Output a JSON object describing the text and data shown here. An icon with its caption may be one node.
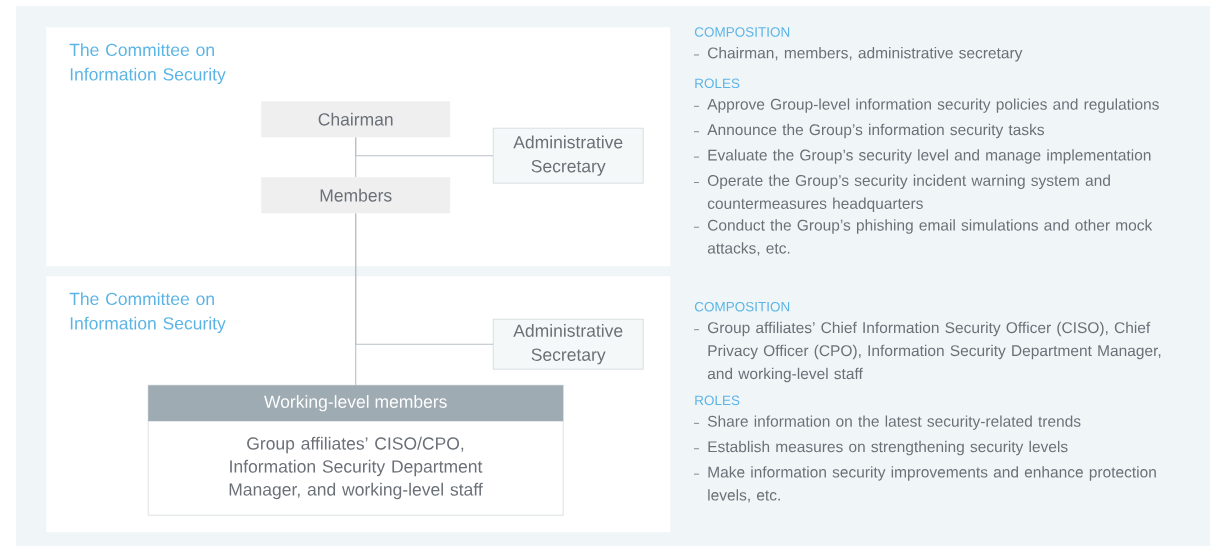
{
  "diagram": {
    "nodes": [
      {
        "text": [
          "The Committee on Information Security"
        ]
      },
      {
        "text": [
          "Chairman"
        ],
        "in": 0
      },
      {
        "text": [
          "Administrative Secretary"
        ],
        "in": 0
      },
      {
        "text": [
          "Members"
        ],
        "in": 0
      },
      {
        "text": [
          "The Committee on Information Security"
        ]
      },
      {
        "text": [
          "Administrative Secretary"
        ],
        "in": 4
      },
      {
        "text": [
          "Working-level members",
          "Group affiliates’ CISO/CPO, Information Security Department Manager, and working-level staff"
        ],
        "in": 4
      }
    ],
    "edges": [
      {
        "from": 1,
        "to": 3,
        "arrow": "none"
      },
      {
        "from": 1,
        "to": 2,
        "arrow": "none"
      },
      {
        "from": 3,
        "to": 6,
        "arrow": "none"
      },
      {
        "from": 3,
        "to": 5,
        "arrow": "none"
      }
    ],
    "labels": [
      "COMPOSITION",
      "Chairman, members, administrative secretary",
      "ROLES",
      "Approve Group-level information security policies and regulations",
      "Announce the Group’s information security tasks",
      "Evaluate the Group’s security level and manage implementation",
      "Operate the Group’s security incident warning system and countermeasures headquarters",
      "Conduct the Group’s phishing email simulations and other mock attacks, etc.",
      "COMPOSITION",
      "Group affiliates’ Chief Information Security Officer (CISO), Chief Privacy Officer (CPO), Information Security Department Manager, and working-level staff",
      "ROLES",
      "Share information on the latest security-related trends",
      "Establish measures on strengthening security levels",
      "Make information security improvements and enhance protection levels, etc."
    ]
  }
}
